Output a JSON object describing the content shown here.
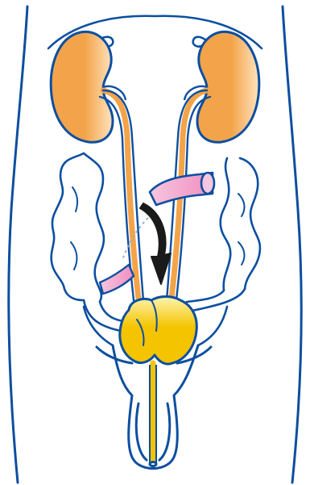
{
  "diagram": {
    "subject": "urinary-tract-anatomy-illustration",
    "colors": {
      "outline": "#0b4fa0",
      "kidney_fill": "#f3a44a",
      "kidney_highlight": "#ffe3bf",
      "bladder_fill": "#f4c400",
      "bladder_highlight": "#fff4b0",
      "intestine_pink": "#f2a6cf",
      "arrow": "#1a1a1a",
      "urethra": "#f4c400",
      "background": "#ffffff"
    },
    "parts": [
      {
        "name": "body-outline",
        "icon": "torso-outline"
      },
      {
        "name": "left-kidney",
        "icon": "kidney-icon"
      },
      {
        "name": "right-kidney",
        "icon": "kidney-icon"
      },
      {
        "name": "left-ureter",
        "icon": "ureter-tube"
      },
      {
        "name": "right-ureter",
        "icon": "ureter-tube"
      },
      {
        "name": "intestine-loop",
        "icon": "colon-outline"
      },
      {
        "name": "transplanted-segment",
        "icon": "pink-tube"
      },
      {
        "name": "flow-arrow",
        "icon": "curved-arrow-down"
      },
      {
        "name": "bladder",
        "icon": "bladder-icon"
      },
      {
        "name": "urethra",
        "icon": "urethra-tube"
      }
    ]
  }
}
